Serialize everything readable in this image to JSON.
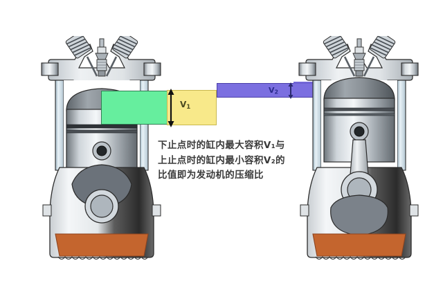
{
  "figure": {
    "title_visible": false,
    "background": "#ffffff",
    "caption": {
      "lines": [
        "下止点时的缸内最大容积V₁与",
        "上止点时的缸内最小容积V₂的",
        "比值即为发动机的压缩比"
      ],
      "color": "#3a3a3a"
    },
    "labels": {
      "v1": "V1",
      "v1_base": "V",
      "v1_sub": "1",
      "v2_base": "V",
      "v2_sub": "2"
    },
    "colors": {
      "chamber_green": "#66ee9e",
      "callout_yellow": "#f8e98a",
      "chamber_purple": "#7b6fe0",
      "oil_pan_orange": "#c4652e",
      "cylinder_blue": "#cfe3ef",
      "metal_light": "#e9ecee",
      "metal_mid": "#9aa0a6",
      "metal_dark": "#4a4f54",
      "outline": "#2b2b2b"
    },
    "left_engine": {
      "name": "piston-at-bottom-dead-center",
      "state_label": "下止点",
      "volume_ref": "V1"
    },
    "right_engine": {
      "name": "piston-at-top-dead-center",
      "state_label": "上止点",
      "volume_ref": "V2"
    }
  }
}
